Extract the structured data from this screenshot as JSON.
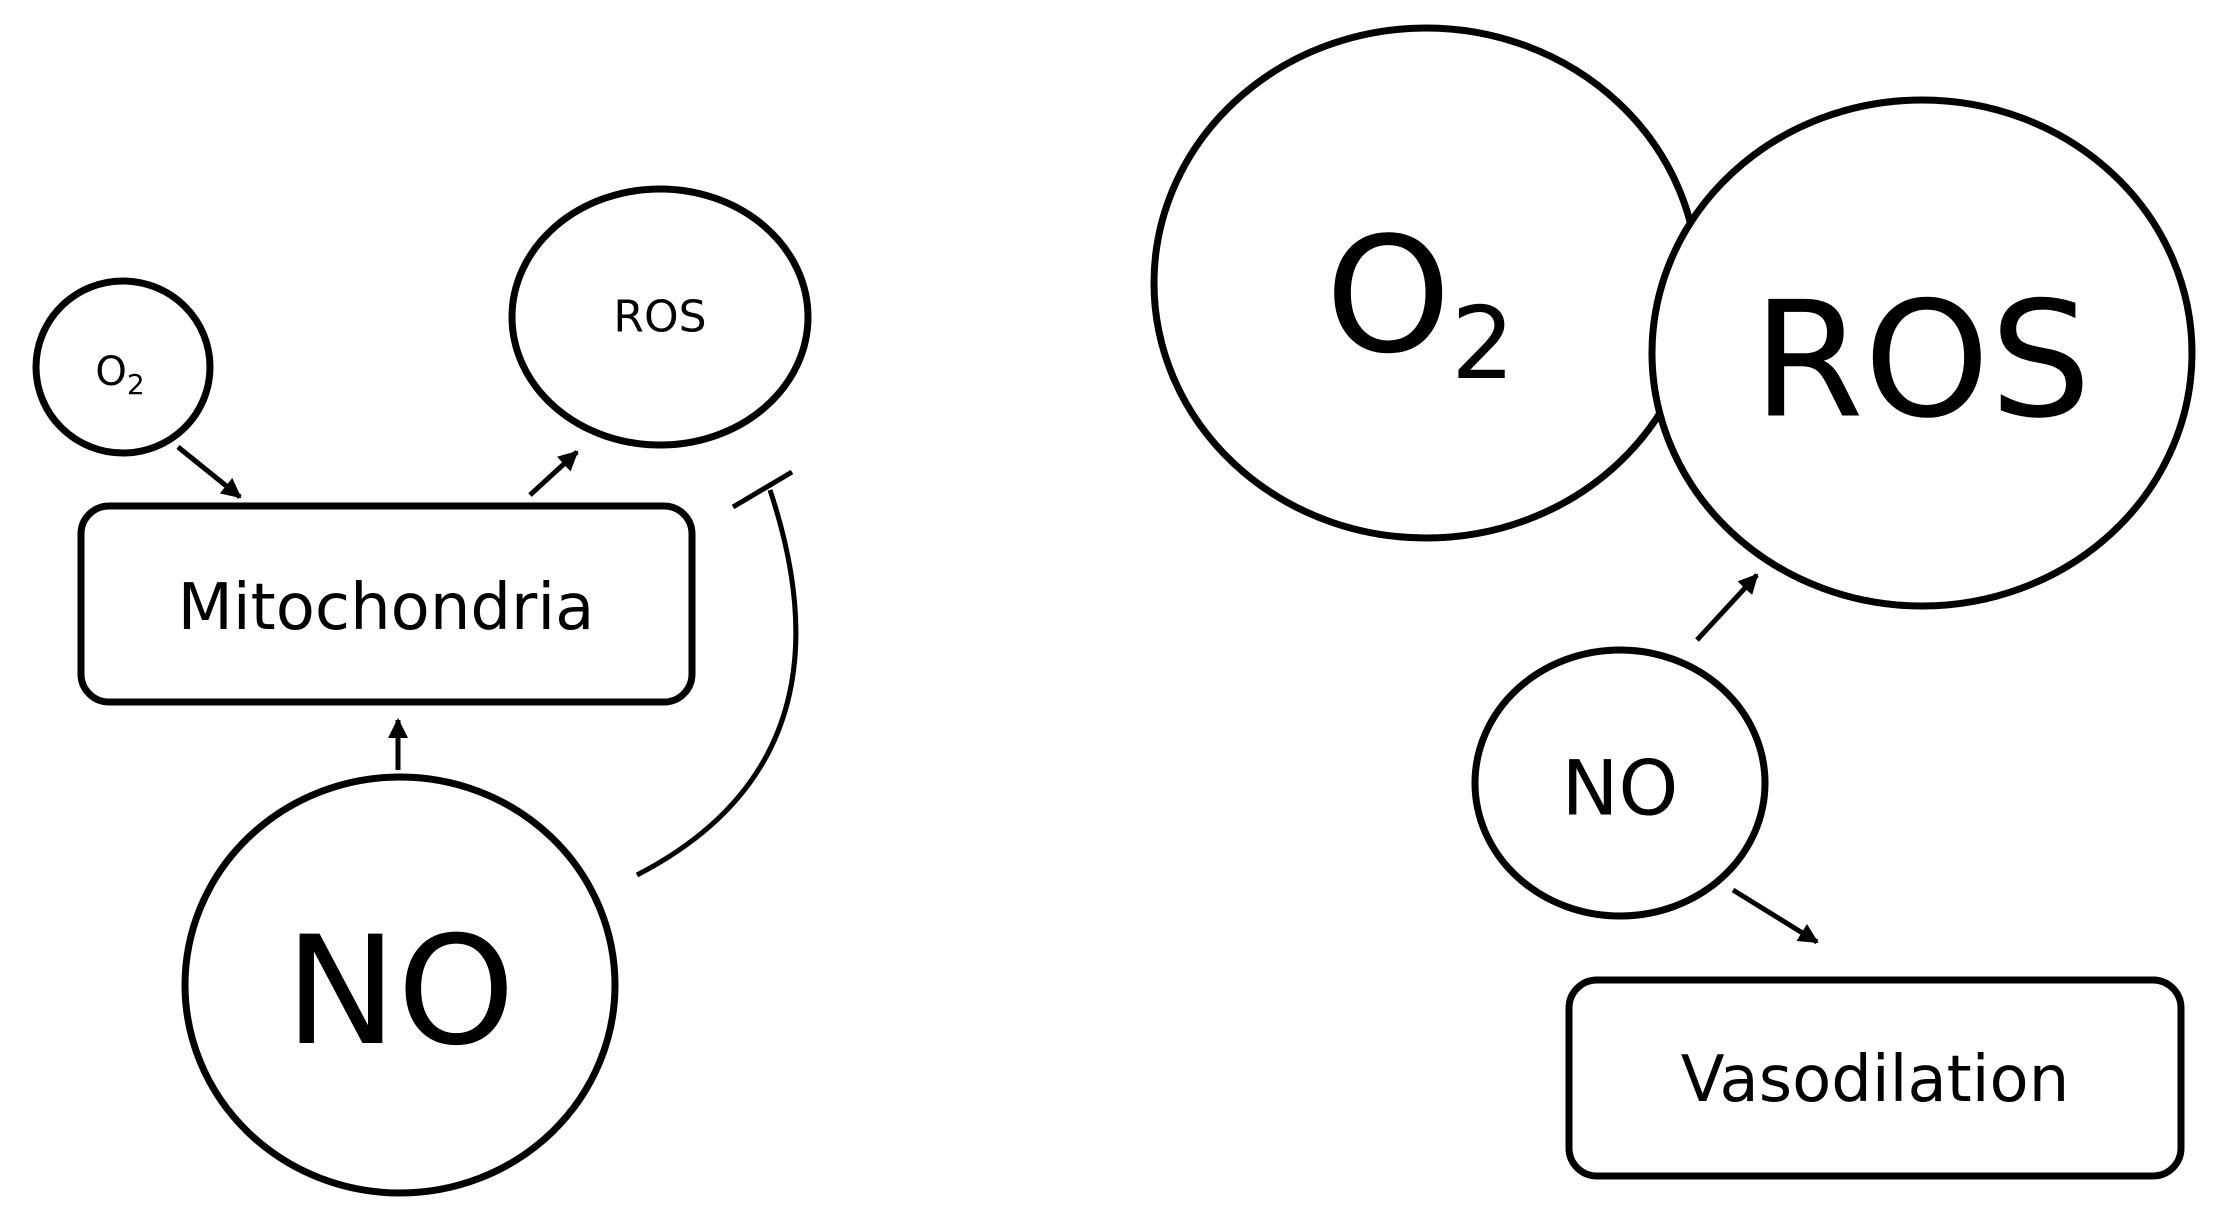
{
  "left_panel": {
    "o2": {
      "main": "O",
      "sub": "2"
    },
    "ros": "ROS",
    "mitochondria": "Mitochondria",
    "no": "NO"
  },
  "right_panel": {
    "o2": {
      "main": "O",
      "sub": "2"
    },
    "ros": "ROS",
    "no": "NO",
    "vasodilation": "Vasodilation"
  },
  "colors": {
    "stroke": "#000000",
    "background": "#ffffff"
  }
}
